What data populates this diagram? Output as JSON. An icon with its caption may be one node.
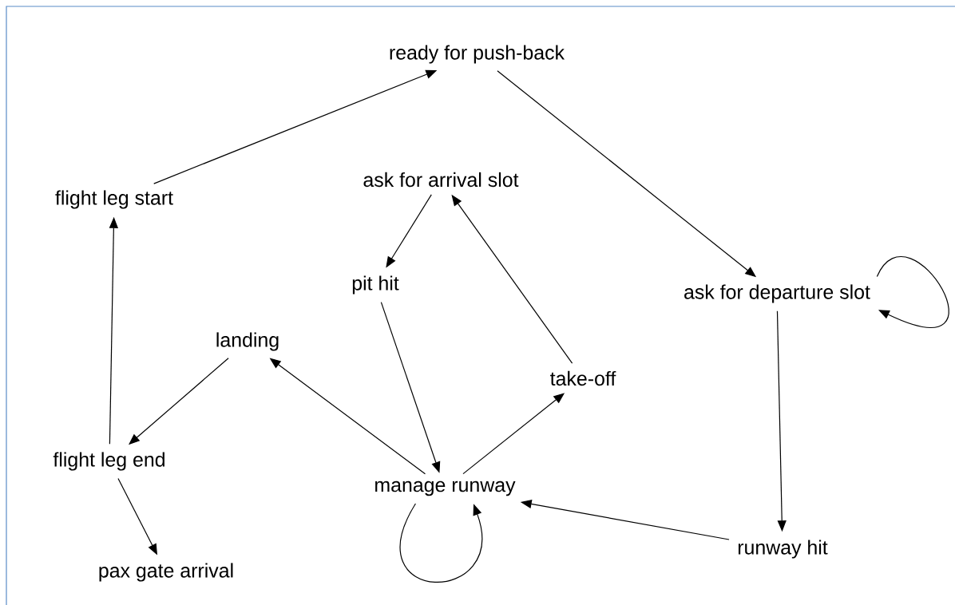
{
  "diagram": {
    "nodes": [
      {
        "text": [
          "ready for push-back"
        ]
      },
      {
        "text": [
          "flight leg start"
        ]
      },
      {
        "text": [
          "ask for arrival slot"
        ]
      },
      {
        "text": [
          "ask for departure slot"
        ]
      },
      {
        "text": [
          "pit hit"
        ]
      },
      {
        "text": [
          "landing"
        ]
      },
      {
        "text": [
          "take-off"
        ]
      },
      {
        "text": [
          "flight leg end"
        ]
      },
      {
        "text": [
          "manage runway"
        ]
      },
      {
        "text": [
          "runway hit"
        ]
      },
      {
        "text": [
          "pax gate arrival"
        ]
      }
    ],
    "edges": [
      {
        "from": 1,
        "to": 0,
        "arrow": "to"
      },
      {
        "from": 0,
        "to": 3,
        "arrow": "to"
      },
      {
        "from": 3,
        "to": 3,
        "arrow": "to"
      },
      {
        "from": 2,
        "to": 4,
        "arrow": "to"
      },
      {
        "from": 6,
        "to": 2,
        "arrow": "to"
      },
      {
        "from": 4,
        "to": 8,
        "arrow": "to"
      },
      {
        "from": 8,
        "to": 5,
        "arrow": "to"
      },
      {
        "from": 8,
        "to": 6,
        "arrow": "to"
      },
      {
        "from": 5,
        "to": 7,
        "arrow": "to"
      },
      {
        "from": 7,
        "to": 1,
        "arrow": "to"
      },
      {
        "from": 7,
        "to": 10,
        "arrow": "to"
      },
      {
        "from": 3,
        "to": 9,
        "arrow": "to"
      },
      {
        "from": 9,
        "to": 8,
        "arrow": "to"
      },
      {
        "from": 8,
        "to": 8,
        "arrow": "to"
      }
    ]
  }
}
